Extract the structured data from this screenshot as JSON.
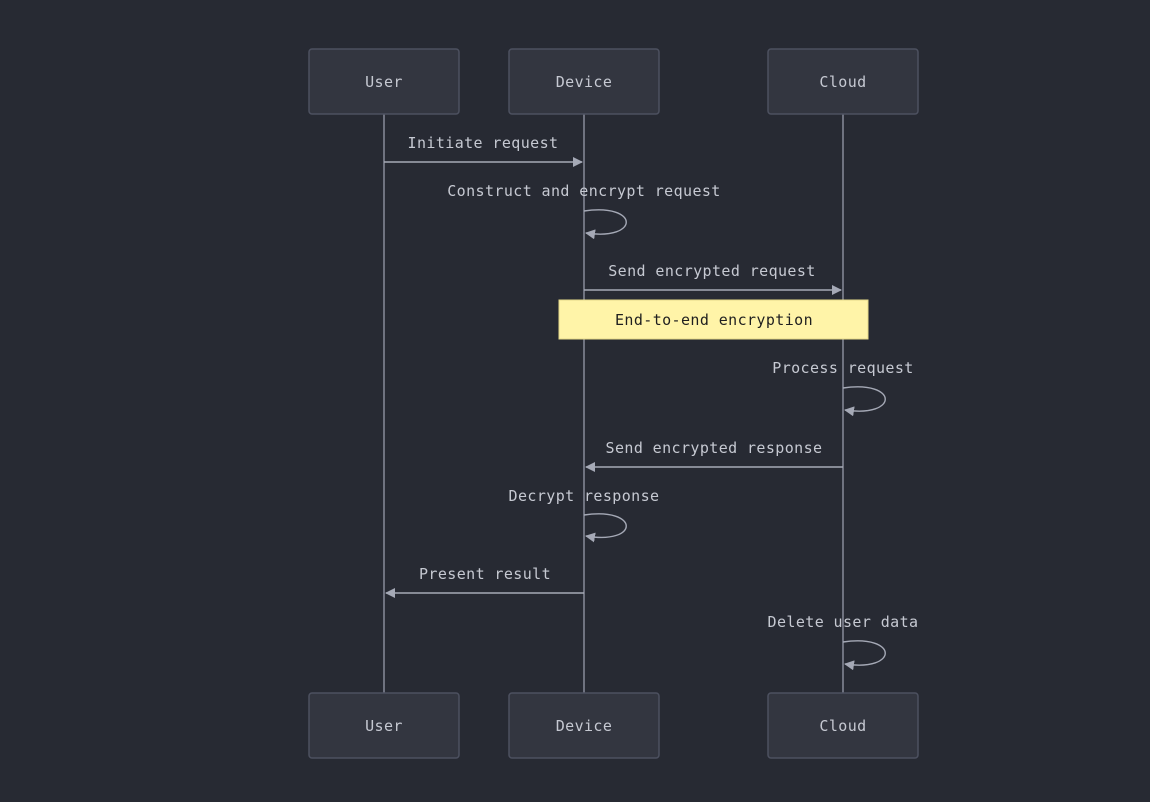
{
  "diagram": {
    "participants": [
      "User",
      "Device",
      "Cloud"
    ],
    "messages": [
      {
        "from": "User",
        "to": "Device",
        "text": "Initiate request"
      },
      {
        "from": "Device",
        "to": "Device",
        "text": "Construct and encrypt request"
      },
      {
        "from": "Device",
        "to": "Cloud",
        "text": "Send encrypted request"
      },
      {
        "from": "Cloud",
        "to": "Cloud",
        "text": "Process request"
      },
      {
        "from": "Cloud",
        "to": "Device",
        "text": "Send encrypted response"
      },
      {
        "from": "Device",
        "to": "Device",
        "text": "Decrypt response"
      },
      {
        "from": "Device",
        "to": "User",
        "text": "Present result"
      },
      {
        "from": "Cloud",
        "to": "Cloud",
        "text": "Delete user data"
      }
    ],
    "note": {
      "text": "End-to-end encryption",
      "over": [
        "Device",
        "Cloud"
      ]
    }
  },
  "colors": {
    "background": "#272a33",
    "participant_box": "#333640",
    "line": "#a5a9b6",
    "note": "#fff4a8"
  }
}
